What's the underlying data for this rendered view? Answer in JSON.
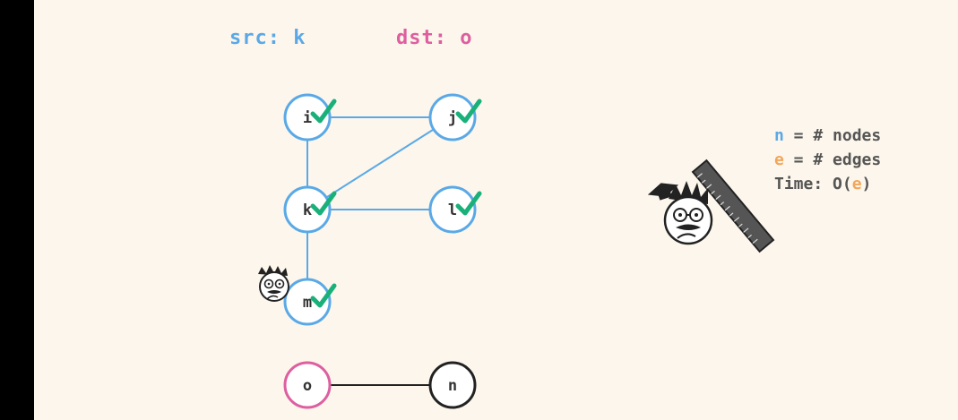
{
  "header": {
    "src_label": "src: k",
    "dst_label": "dst: o"
  },
  "colors": {
    "blue": "#5aa9e6",
    "pink": "#dd5fa0",
    "black": "#222222",
    "orange": "#f2a65a",
    "check": "#19b07a",
    "background": "#fdf6ec"
  },
  "graph": {
    "nodes": [
      {
        "id": "i",
        "label": "i",
        "color": "blue",
        "visited": true
      },
      {
        "id": "j",
        "label": "j",
        "color": "blue",
        "visited": true
      },
      {
        "id": "k",
        "label": "k",
        "color": "blue",
        "visited": true
      },
      {
        "id": "l",
        "label": "l",
        "color": "blue",
        "visited": true
      },
      {
        "id": "m",
        "label": "m",
        "color": "blue",
        "visited": true
      },
      {
        "id": "o",
        "label": "o",
        "color": "pink",
        "visited": false
      },
      {
        "id": "n",
        "label": "n",
        "color": "black",
        "visited": false
      }
    ],
    "edges": [
      {
        "from": "i",
        "to": "j",
        "color": "blue"
      },
      {
        "from": "i",
        "to": "k",
        "color": "blue"
      },
      {
        "from": "j",
        "to": "k",
        "color": "blue"
      },
      {
        "from": "k",
        "to": "l",
        "color": "blue"
      },
      {
        "from": "k",
        "to": "m",
        "color": "blue"
      },
      {
        "from": "o",
        "to": "n",
        "color": "black"
      }
    ]
  },
  "legend": {
    "n_var": "n",
    "n_text": " = # nodes",
    "e_var": "e",
    "e_text": " = # edges",
    "time_prefix": "Time: O(",
    "time_var": "e",
    "time_suffix": ")"
  },
  "icons": {
    "small_avatar": "cartoon-face-icon",
    "professor": "professor-with-ruler-icon"
  }
}
